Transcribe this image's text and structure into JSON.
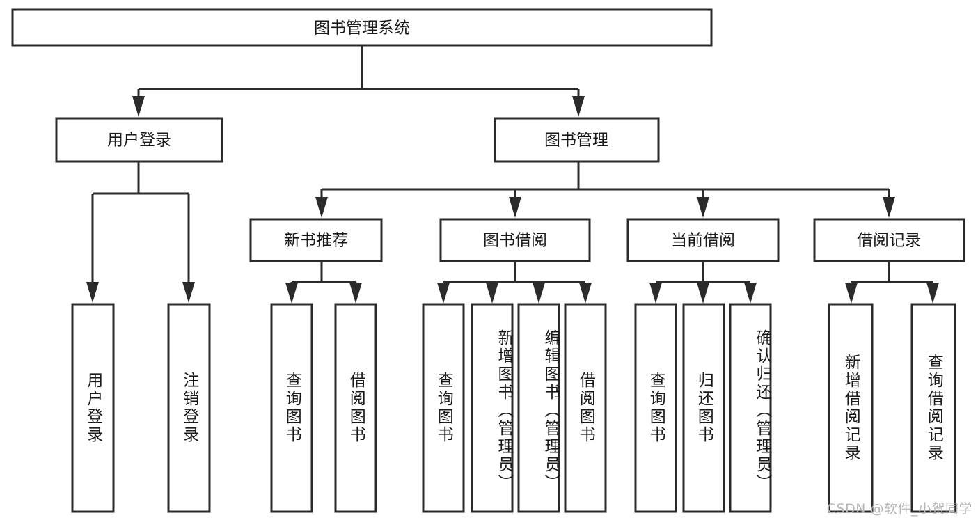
{
  "diagram": {
    "title": "图书管理系统",
    "watermark": "CSDN @软件_小贺同学",
    "colors": {
      "stroke": "#2b2b2b",
      "fill": "#ffffff",
      "text": "#1a1a1a",
      "watermark": "#b8b8b8",
      "background": "#ffffff"
    },
    "root": {
      "label": "图书管理系统"
    },
    "level2": [
      {
        "label": "用户登录"
      },
      {
        "label": "图书管理"
      }
    ],
    "level3": [
      {
        "label": "新书推荐"
      },
      {
        "label": "图书借阅"
      },
      {
        "label": "当前借阅"
      },
      {
        "label": "借阅记录"
      }
    ],
    "leaves": {
      "user_login": [
        {
          "label": "用户登录"
        },
        {
          "label": "注销登录"
        }
      ],
      "new_book_recommend": [
        {
          "label": "查询图书"
        },
        {
          "label": "借阅图书"
        }
      ],
      "book_borrow": [
        {
          "label": "查询图书"
        },
        {
          "label": "新增图书（管理员）"
        },
        {
          "label": "编辑图书（管理员）"
        },
        {
          "label": "借阅图书"
        }
      ],
      "current_borrow": [
        {
          "label": "查询图书"
        },
        {
          "label": "归还图书"
        },
        {
          "label": "确认归还（管理员）"
        }
      ],
      "borrow_record": [
        {
          "label": "新增借阅记录"
        },
        {
          "label": "查询借阅记录"
        }
      ]
    }
  }
}
